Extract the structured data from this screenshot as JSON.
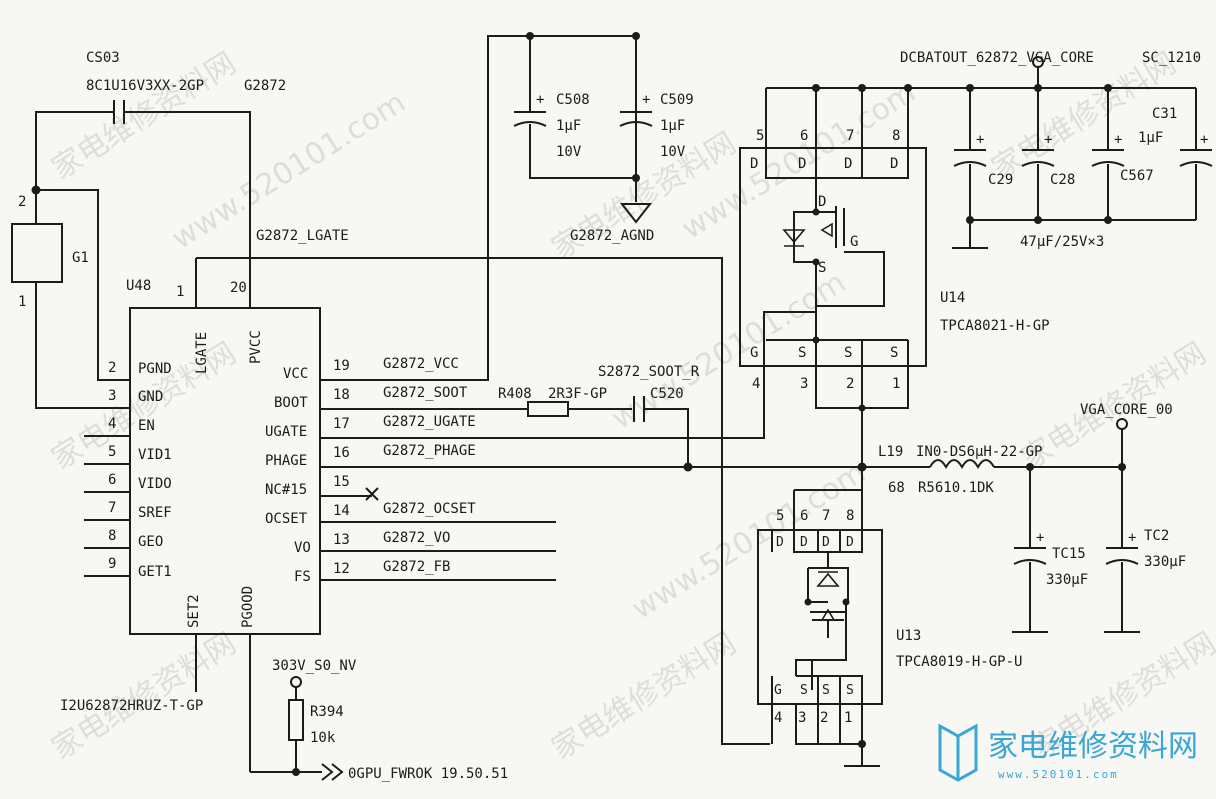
{
  "watermark": {
    "text": "家电维修资料网",
    "url": "www.520101.com"
  },
  "logo": {
    "name": "家电维修资料网",
    "url": "www.520101.com"
  },
  "capacitor_cs03": {
    "ref": "CS03",
    "value": "8C1U16V3XX-2GP",
    "net": "G2872"
  },
  "cap_c508": {
    "ref": "C508",
    "value": "1μF",
    "volt": "10V"
  },
  "cap_c509": {
    "ref": "C509",
    "value": "1μF",
    "volt": "10V"
  },
  "agnd_label": "G2872_AGND",
  "g1": {
    "ref": "G1",
    "pin2": "2",
    "pin1": "1"
  },
  "lgate_net": "G2872_LGATE",
  "u48": {
    "ref": "U48",
    "part": "I2U62872HRUZ-T-GP",
    "top_pins": [
      {
        "num": "1",
        "name": "LGATE"
      },
      {
        "num": "20",
        "name": "PVCC"
      }
    ],
    "bottom_pins": [
      {
        "name": "SET2"
      },
      {
        "name": "PGOOD"
      }
    ],
    "left_pins": [
      {
        "num": "2",
        "name": "PGND"
      },
      {
        "num": "3",
        "name": "GND"
      },
      {
        "num": "4",
        "name": "EN"
      },
      {
        "num": "5",
        "name": "VID1"
      },
      {
        "num": "6",
        "name": "VIDO"
      },
      {
        "num": "7",
        "name": "SREF"
      },
      {
        "num": "8",
        "name": "GEO"
      },
      {
        "num": "9",
        "name": "GET1"
      }
    ],
    "right_pins": [
      {
        "num": "19",
        "name": "VCC",
        "net": "G2872_VCC"
      },
      {
        "num": "18",
        "name": "BOOT",
        "net": "G2872_SOOT"
      },
      {
        "num": "17",
        "name": "UGATE",
        "net": "G2872_UGATE"
      },
      {
        "num": "16",
        "name": "PHAGE",
        "net": "G2872_PHAGE"
      },
      {
        "num": "15",
        "name": "NC#15",
        "net": ""
      },
      {
        "num": "14",
        "name": "OCSET",
        "net": "G2872_OCSET"
      },
      {
        "num": "13",
        "name": "VO",
        "net": "G2872_VO"
      },
      {
        "num": "12",
        "name": "FS",
        "net": "G2872_FB"
      }
    ]
  },
  "r408": {
    "ref": "R408",
    "value": "2R3F-GP"
  },
  "c520": {
    "ref": "C520",
    "net": "S2872_SOOT_R"
  },
  "power_in": {
    "net": "DCBATOUT_62872_VGA_CORE",
    "tag": "SC_1210"
  },
  "caps_in": {
    "c29": "C29",
    "c28": "C28",
    "c567": "C567",
    "c31": "C31",
    "c31_value": "1μF",
    "group_value": "47μF/25V×3"
  },
  "u14": {
    "ref": "U14",
    "part": "TPCA8021-H-GP",
    "pins_top": [
      "5",
      "6",
      "7",
      "8"
    ],
    "top_letters": [
      "D",
      "D",
      "D",
      "D"
    ],
    "pins_bot": [
      "4",
      "3",
      "2",
      "1"
    ],
    "bot_letters": [
      "G",
      "S",
      "S",
      "S"
    ],
    "d": "D",
    "g": "G",
    "s": "S"
  },
  "u13": {
    "ref": "U13",
    "part": "TPCA8019-H-GP-U",
    "pins_top": [
      "5",
      "6",
      "7",
      "8"
    ],
    "top_letters": [
      "D",
      "D",
      "D",
      "D"
    ],
    "pins_bot": [
      "4",
      "3",
      "2",
      "1"
    ],
    "bot_letters": [
      "G",
      "S",
      "S",
      "S"
    ]
  },
  "l19": {
    "ref": "L19",
    "value": "IN0-DS6μH-22-GP",
    "sub": "68",
    "sub2": "R5610.1DK"
  },
  "vga_out": "VGA_CORE_00",
  "tc15": {
    "ref": "TC15",
    "value": "330μF"
  },
  "tc2": {
    "ref": "TC2",
    "value": "330μF"
  },
  "r394": {
    "ref": "R394",
    "value": "10k",
    "net": "303V_S0_NV"
  },
  "pgood_out": "0GPU_FWROK 19.50.51"
}
